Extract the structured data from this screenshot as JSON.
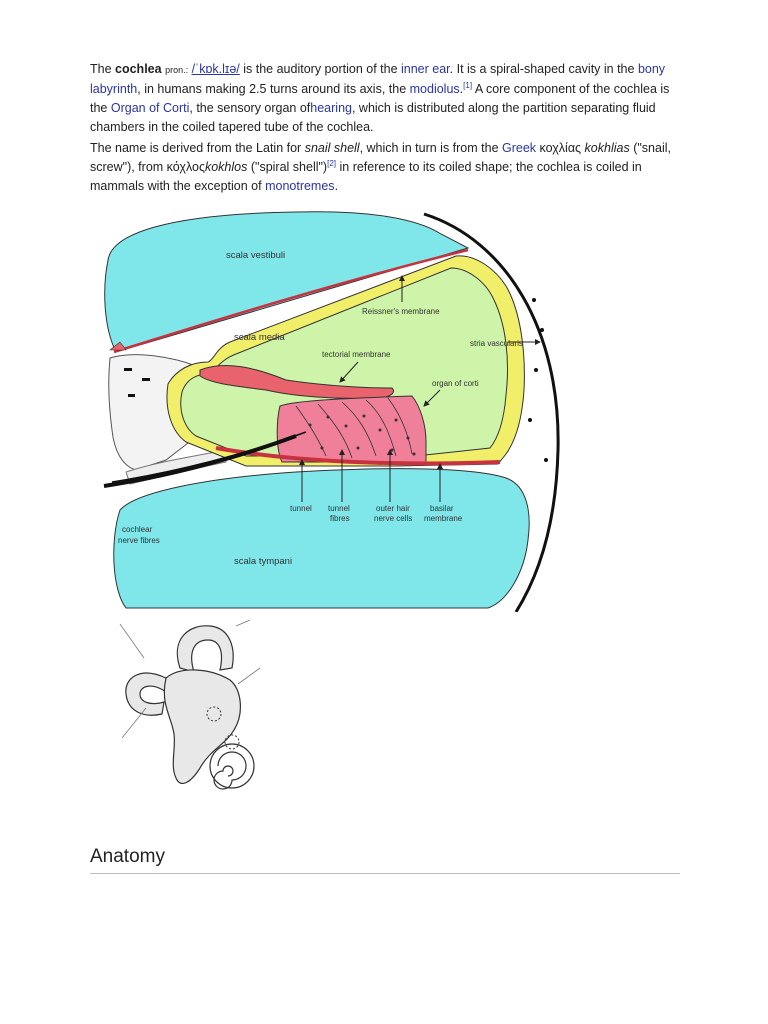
{
  "paragraph1": {
    "t1": "The ",
    "term": "cochlea",
    "pron_label": "pron.:",
    "ipa": "/ˈkɒk.lɪə/",
    "t2": " is the auditory portion of the ",
    "link_inner_ear": "inner ear",
    "t3": ". It is a spiral-shaped cavity in the ",
    "link_bony_labyrinth": "bony labyrinth",
    "t4": ", in humans making 2.5 turns around its axis, the ",
    "link_modiolus": "modiolus",
    "t5": ".",
    "ref1": "[1]",
    "t6": " A core component of the cochlea is the ",
    "link_organ_of_corti": "Organ of Corti",
    "t7": ", the sensory organ of",
    "link_hearing": "hearing",
    "t8": ", which is distributed along the partition separating fluid chambers in the coiled tapered tube of the cochlea."
  },
  "paragraph2": {
    "t1": "The name is derived from the Latin for ",
    "snail_shell": "snail shell",
    "t2": ", which in turn is from the ",
    "link_greek": "Greek",
    "greek1": " κοχλίας ",
    "kokhlias": "kokhlias",
    "t3": " (\"snail, screw\"), from ",
    "greek2": "κόχλος",
    "kokhlos": "kokhlos",
    "t4": " (\"spiral shell\")",
    "ref2": "[2]",
    "t5": " in reference to its coiled shape; the cochlea is coiled in mammals with the exception of ",
    "link_monotremes": "monotremes",
    "t6": "."
  },
  "diagram": {
    "scala_vestibuli": "scala vestibuli",
    "scala_media": "scala media",
    "scala_tympani": "scala tympani",
    "reissners_membrane": "Reissner's membrane",
    "stria_vascularis": "stria vascularis",
    "tectorial_membrane": "tectorial membrane",
    "organ_of_corti": "organ of corti",
    "tunnel": "tunnel",
    "tunnel_fibres": [
      "tunnel",
      "fibres"
    ],
    "outer_hair_nerve_cells": [
      "outer hair",
      "nerve cells"
    ],
    "basilar_membrane": [
      "basilar",
      "membrane"
    ],
    "cochlear_nerve_fibres": [
      "cochlear",
      "nerve fibres"
    ],
    "colors": {
      "scala_cyan": "#7fe6ea",
      "media_green": "#cdf4a8",
      "membrane_red": "#e8636b",
      "organ_pink": "#f07f9a",
      "cells_yellow": "#f1ee6a"
    }
  },
  "section": {
    "heading": "Anatomy"
  }
}
